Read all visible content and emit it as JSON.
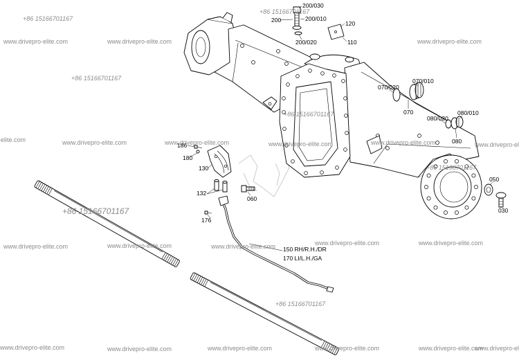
{
  "watermark": {
    "phone": "+86 15166701167",
    "site": "www.drivepro-elite.com"
  },
  "callouts": {
    "c200_030": "200/030",
    "c200": "200",
    "c200_010": "200/010",
    "c120": "120",
    "c200_020": "200/020",
    "c110": "110",
    "c070_020": "070/020",
    "c070_010": "070/010",
    "c070": "070",
    "c080_020": "080/020",
    "c080_010": "080/010",
    "c080": "080",
    "c186": "186",
    "c180": "180",
    "c130": "130",
    "c132": "132",
    "c060": "060",
    "c176": "176",
    "c050": "050",
    "c030": "030",
    "c150": "150 RH/R.H./DR",
    "c170": "170 LI/L.H./GA"
  },
  "colors": {
    "line": "#000000",
    "watermark": "#8a8a8a",
    "background": "#ffffff"
  }
}
